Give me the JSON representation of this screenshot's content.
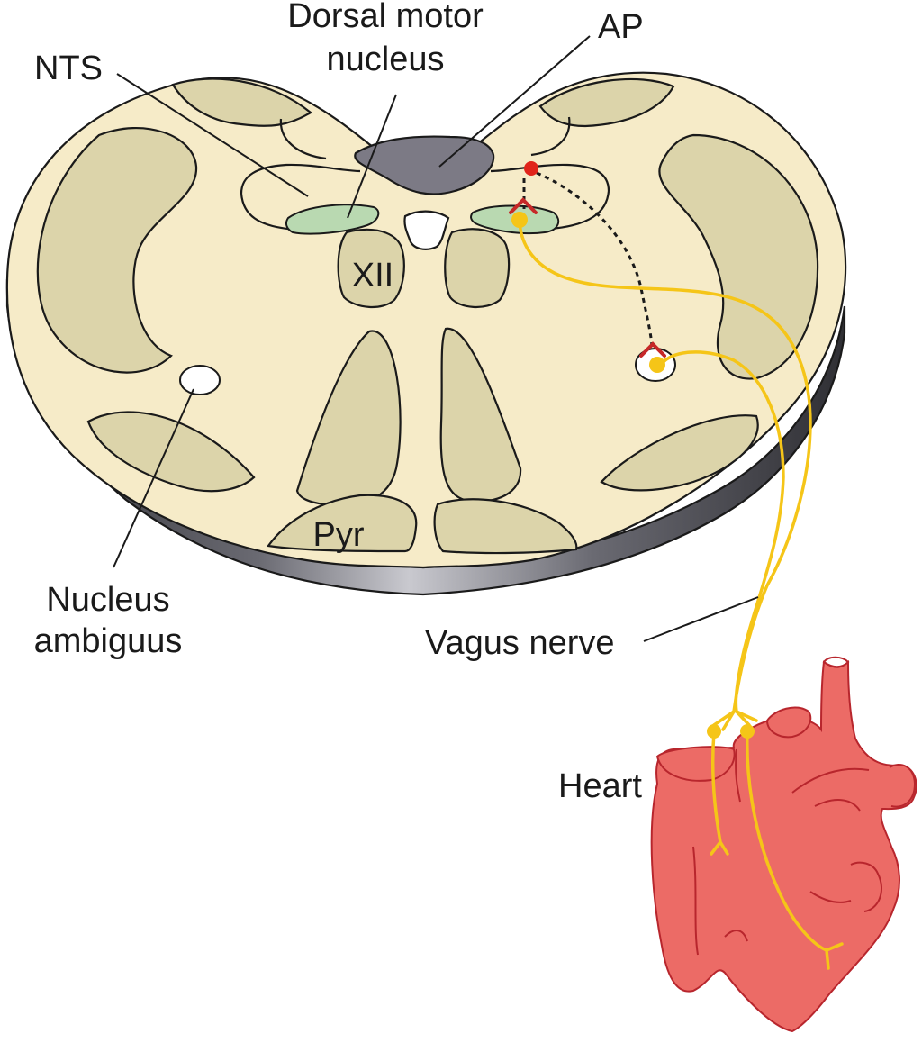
{
  "labels": {
    "nts": "NTS",
    "dmn_line1": "Dorsal motor",
    "dmn_line2": "nucleus",
    "ap": "AP",
    "xii": "XII",
    "pyr": "Pyr",
    "na_line1": "Nucleus",
    "na_line2": "ambiguus",
    "vagus": "Vagus nerve",
    "heart": "Heart"
  },
  "colors": {
    "section_fill": "#f6ebc8",
    "gray_matter": "#dcd4aa",
    "area_postrema": "#7c7a85",
    "nts_fill": "#b9d9b1",
    "nerve": "#f5c518",
    "synapse": "#c62828",
    "heart": "#ec6b66",
    "outline": "#1a1a1a"
  }
}
